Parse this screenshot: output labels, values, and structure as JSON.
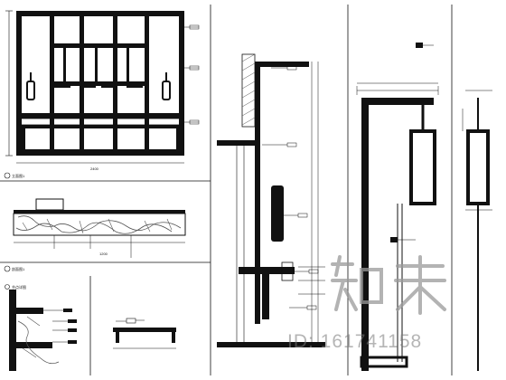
{
  "drawing": {
    "view_labels": [
      "立面图1",
      "剖面图1",
      "节点详图"
    ],
    "dimension_texts": [
      "2400",
      "1200"
    ],
    "grid_sections": [
      "elevation",
      "counter-section",
      "post-detail",
      "section-a",
      "tall-section",
      "column-elevation",
      "column-side"
    ]
  },
  "watermark": {
    "logo_text": "知末",
    "id_text": "ID: 161741158"
  },
  "colors": {
    "ink": "#111111",
    "hatch": "#555555",
    "watermark": "#9a9a9a",
    "callout": "#333333"
  }
}
